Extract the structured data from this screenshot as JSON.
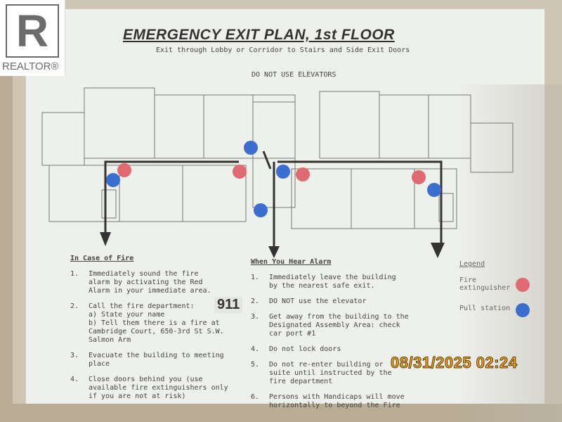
{
  "logo": {
    "mark": "R",
    "text": "REALTOR®"
  },
  "sign": {
    "title": "EMERGENCY EXIT PLAN, 1st FLOOR",
    "subtitle": "Exit through Lobby or Corridor to Stairs and Side Exit Doors",
    "warning": "DO NOT USE ELEVATORS"
  },
  "fire": {
    "heading": "In Case of Fire",
    "items": [
      {
        "n": "1.",
        "text": "Immediately sound the fire\nalarm by activating the Red\nAlarm in your immediate area."
      },
      {
        "n": "2.",
        "text": "Call the fire department:",
        "sub": "a) State your name\nb) Tell them there is a fire at\n    Cambridge Court, 650-3rd St S.W.\n    Salmon Arm"
      },
      {
        "n": "3.",
        "text": "Evacuate the building to meeting\nplace"
      },
      {
        "n": "4.",
        "text": "Close doors behind you (use\navailable fire extinguishers only\nif you are not at risk)"
      }
    ],
    "emergency_number": "911"
  },
  "alarm": {
    "heading": "When You Hear Alarm",
    "items": [
      {
        "n": "1.",
        "text": "Immediately leave the building\nby the nearest safe exit."
      },
      {
        "n": "2.",
        "text": "DO NOT use the elevator"
      },
      {
        "n": "3.",
        "text": "Get away from the building to the\nDesignated Assembly Area: check\ncar port #1"
      },
      {
        "n": "4.",
        "text": "Do not lock doors"
      },
      {
        "n": "5.",
        "text": "Do not re-enter building or\nsuite until instructed by the\nfire department"
      },
      {
        "n": "6.",
        "text": "Persons with Handicaps will move\nhorizontally to beyond the Fire"
      }
    ]
  },
  "legend": {
    "title": "Legend",
    "items": [
      {
        "label": "Fire\nextinguisher",
        "color": "#e06a72"
      },
      {
        "label": "Pull station",
        "color": "#3a6fd0"
      }
    ]
  },
  "timestamp": "08/31/2025 02:24"
}
